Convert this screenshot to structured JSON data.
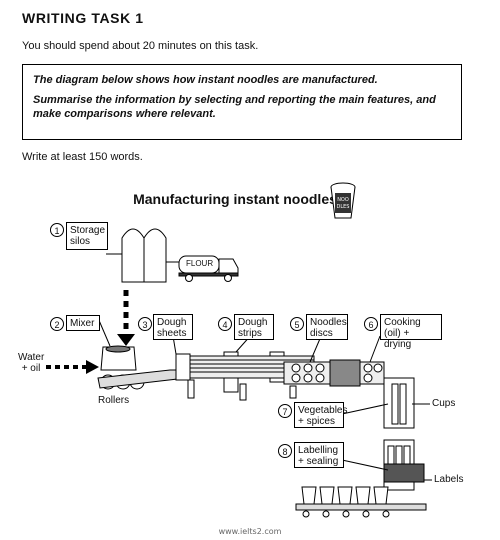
{
  "heading": "WRITING TASK 1",
  "instruction": "You should spend about 20 minutes on this task.",
  "task": {
    "line1": "The diagram below shows how instant noodles are manufactured.",
    "line2": "Summarise the information by selecting and reporting the main features, and make comparisons where relevant."
  },
  "word_count": "Write at least 150 words.",
  "diagram": {
    "title": "Manufacturing instant noodles",
    "cup_logo": "NOO DLES",
    "steps": [
      {
        "num": "1",
        "label": "Storage silos"
      },
      {
        "num": "2",
        "label": "Mixer"
      },
      {
        "num": "3",
        "label": "Dough sheets"
      },
      {
        "num": "4",
        "label": "Dough strips"
      },
      {
        "num": "5",
        "label": "Noodles discs"
      },
      {
        "num": "6",
        "label": "Cooking (oil) + drying"
      },
      {
        "num": "7",
        "label": "Vegetables + spices"
      },
      {
        "num": "8",
        "label": "Labelling + sealing"
      }
    ],
    "truck_label": "FLOUR",
    "water_label": "Water + oil",
    "rollers_label": "Rollers",
    "cups_label": "Cups",
    "labels_label": "Labels"
  },
  "footer": "www.ielts2.com"
}
